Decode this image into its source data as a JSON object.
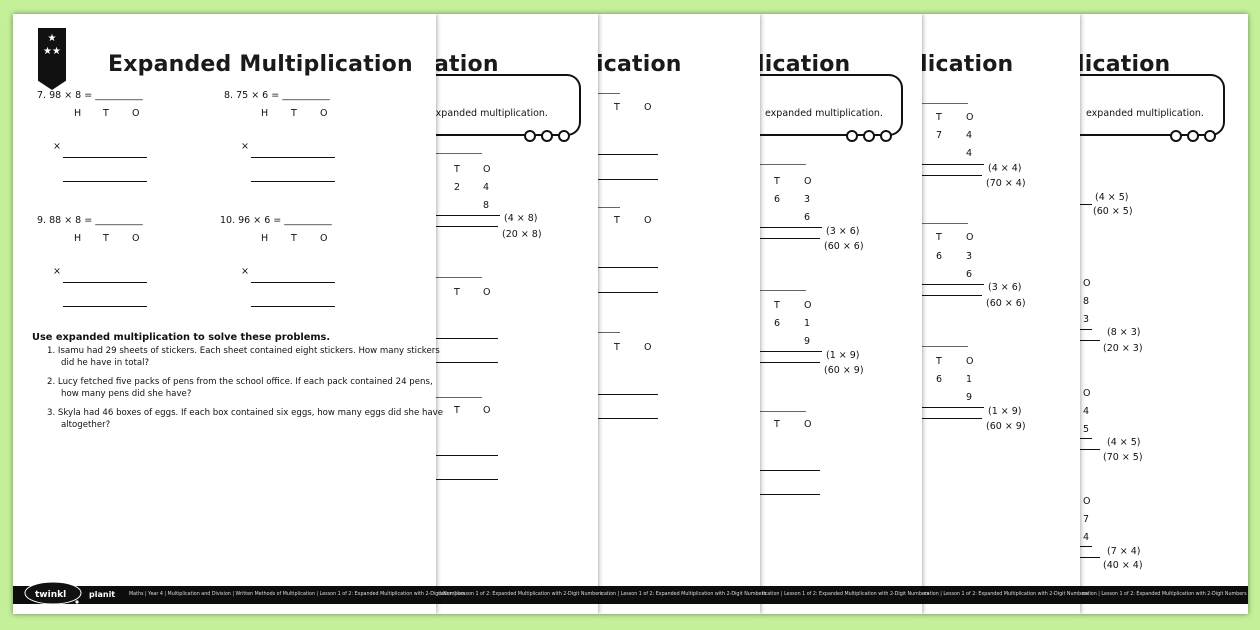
{
  "colors": {
    "background": "#c4f09a",
    "sheet": "#ffffff",
    "footer": "#0d0d0d"
  },
  "front": {
    "title": "Expanded Multiplication",
    "stars_icon": "three-star-badge",
    "questions": [
      {
        "prompt": "7.  98 × 8 = __________",
        "headers": [
          "H",
          "T",
          "O"
        ],
        "sign": "×"
      },
      {
        "prompt": "8.  75 × 6 = __________",
        "headers": [
          "H",
          "T",
          "O"
        ],
        "sign": "×"
      },
      {
        "prompt": "9.  88 × 8 = __________",
        "headers": [
          "H",
          "T",
          "O"
        ],
        "sign": "×"
      },
      {
        "prompt": "10.  96 × 6 = __________",
        "headers": [
          "H",
          "T",
          "O"
        ],
        "sign": "×"
      }
    ],
    "problems": {
      "heading": "Use expanded multiplication to solve these problems.",
      "items": [
        {
          "l1": "1.  Isamu had 29 sheets of stickers. Each sheet contained eight stickers. How many stickers",
          "l2": "did he have in total?"
        },
        {
          "l1": "2.  Lucy fetched five packs of pens from the school office. If each pack contained 24 pens,",
          "l2": "how many pens did she have?"
        },
        {
          "l1": "3.  Skyla had 46 boxes of eggs. If each box contained six eggs, how many eggs did she have",
          "l2": "altogether?"
        }
      ]
    },
    "footer": {
      "brand": "twinkl",
      "planit": "planit",
      "text": "Maths | Year 4 | Multiplication and Division | Written Methods of Multiplication | Lesson 1 of 2: Expanded Multiplication with 2-Digit Numbers"
    }
  },
  "back_sheets": [
    {
      "title_fragment": "ation",
      "instruction": "expanded multiplication.",
      "headers": [
        "T",
        "O"
      ],
      "digits": [
        "2",
        "4",
        "8"
      ],
      "labels": [
        "(4 × 8)",
        "(20 × 8)"
      ],
      "headers2": [
        "T",
        "O"
      ],
      "headers3": [
        "T",
        "O"
      ],
      "footer": "cation | Lesson 1 of 2: Expanded Multiplication with 2-Digit Numbers"
    },
    {
      "title_fragment": "ication",
      "headers": [
        "T",
        "O"
      ],
      "headers2": [
        "T",
        "O"
      ],
      "headers3": [
        "T",
        "O"
      ],
      "footer": "ication | Lesson 1 of 2: Expanded Multiplication with 2-Digit Numbers"
    },
    {
      "title_fragment": "lication",
      "instruction": "expanded multiplication.",
      "headers": [
        "T",
        "O"
      ],
      "digits": [
        "6",
        "3",
        "6"
      ],
      "labels": [
        "(3 × 6)",
        "(60 × 6)"
      ],
      "headers2": [
        "T",
        "O"
      ],
      "digits2": [
        "6",
        "1",
        "9"
      ],
      "labels2": [
        "(1 × 9)",
        "(60 × 9)"
      ],
      "headers3": [
        "T",
        "O"
      ],
      "footer": "lication | Lesson 1 of 2: Expanded Multiplication with 2-Digit Numbers"
    },
    {
      "title_fragment": "lication",
      "headers": [
        "T",
        "O"
      ],
      "digits": [
        "7",
        "4",
        "4"
      ],
      "labels": [
        "(4 × 4)",
        "(70 × 4)"
      ],
      "headers2": [
        "T",
        "O"
      ],
      "digits2": [
        "6",
        "3",
        "6"
      ],
      "labels2": [
        "(3 × 6)",
        "(60 × 6)"
      ],
      "headers3": [
        "T",
        "O"
      ],
      "digits3": [
        "6",
        "1",
        "9"
      ],
      "labels3": [
        "(1 × 9)",
        "(60 × 9)"
      ],
      "footer": "cation | Lesson 1 of 2: Expanded Multiplication with 2-Digit Numbers"
    },
    {
      "title_fragment": "lication",
      "instruction": "expanded multiplication.",
      "labels1": [
        "(4 × 5)",
        "(60 × 5)"
      ],
      "block2": {
        "header": "O",
        "digits": [
          "8",
          "3"
        ],
        "labels": [
          "(8 × 3)",
          "(20 × 3)"
        ]
      },
      "block3": {
        "header": "O",
        "digits": [
          "4",
          "5"
        ],
        "labels": [
          "(4 × 5)",
          "(70 × 5)"
        ]
      },
      "block4": {
        "header": "O",
        "digits": [
          "7",
          "4"
        ],
        "labels": [
          "(7 × 4)",
          "(40 × 4)"
        ]
      },
      "footer": "cation | Lesson 1 of 2: Expanded Multiplication with 2-Digit Numbers"
    }
  ]
}
